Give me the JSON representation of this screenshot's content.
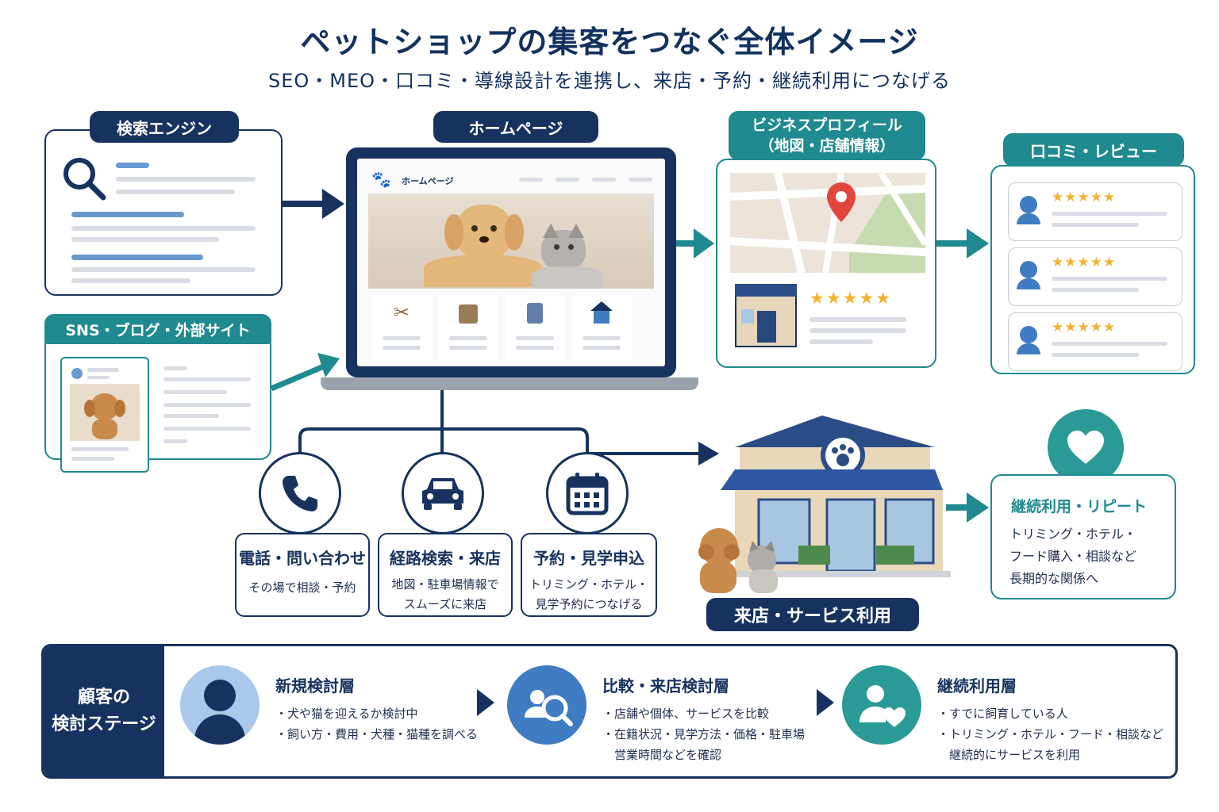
{
  "title": "ペットショップの集客をつなぐ全体イメージ",
  "subtitle": "SEO・MEO・口コミ・導線設計を連携し、来店・予約・継続利用につなげる",
  "search_engine": {
    "label": "検索エンジン"
  },
  "sns": {
    "label": "SNS・ブログ・外部サイト"
  },
  "homepage": {
    "label": "ホームページ",
    "site_name": "ホームページ"
  },
  "business_profile": {
    "label_line1": "ビジネスプロフィール",
    "label_line2": "（地図・店舗情報）",
    "stars": "★★★★★"
  },
  "reviews": {
    "label": "口コミ・レビュー",
    "stars": "★★★★★"
  },
  "actions": [
    {
      "title": "電話・問い合わせ",
      "desc_line1": "その場で相談・予約",
      "desc_line2": ""
    },
    {
      "title": "経路検索・来店",
      "desc_line1": "地図・駐車場情報で",
      "desc_line2": "スムーズに来店"
    },
    {
      "title": "予約・見学申込",
      "desc_line1": "トリミング・ホテル・",
      "desc_line2": "見学予約につなげる"
    }
  ],
  "store": {
    "label": "来店・サービス利用"
  },
  "repeat": {
    "title": "継続利用・リピート",
    "line1": "トリミング・ホテル・",
    "line2": "フード購入・相談など",
    "line3": "長期的な関係へ"
  },
  "stages": {
    "label_line1": "顧客の",
    "label_line2": "検討ステージ",
    "items": [
      {
        "title": "新規検討層",
        "bullets": [
          "・犬や猫を迎えるか検討中",
          "・飼い方・費用・犬種・猫種を調べる"
        ]
      },
      {
        "title": "比較・来店検討層",
        "bullets": [
          "・店舗や個体、サービスを比較",
          "・在籍状況・見学方法・価格・駐車場",
          "　営業時間などを確認"
        ]
      },
      {
        "title": "継続利用層",
        "bullets": [
          "・すでに飼育している人",
          "・トリミング・ホテル・フード・相談など",
          "　継続的にサービスを利用"
        ]
      }
    ]
  },
  "colors": {
    "navy": "#17325f",
    "teal": "#1f8a8f",
    "light_blue": "#a9c8ea",
    "mid_blue": "#3f7cc4"
  }
}
